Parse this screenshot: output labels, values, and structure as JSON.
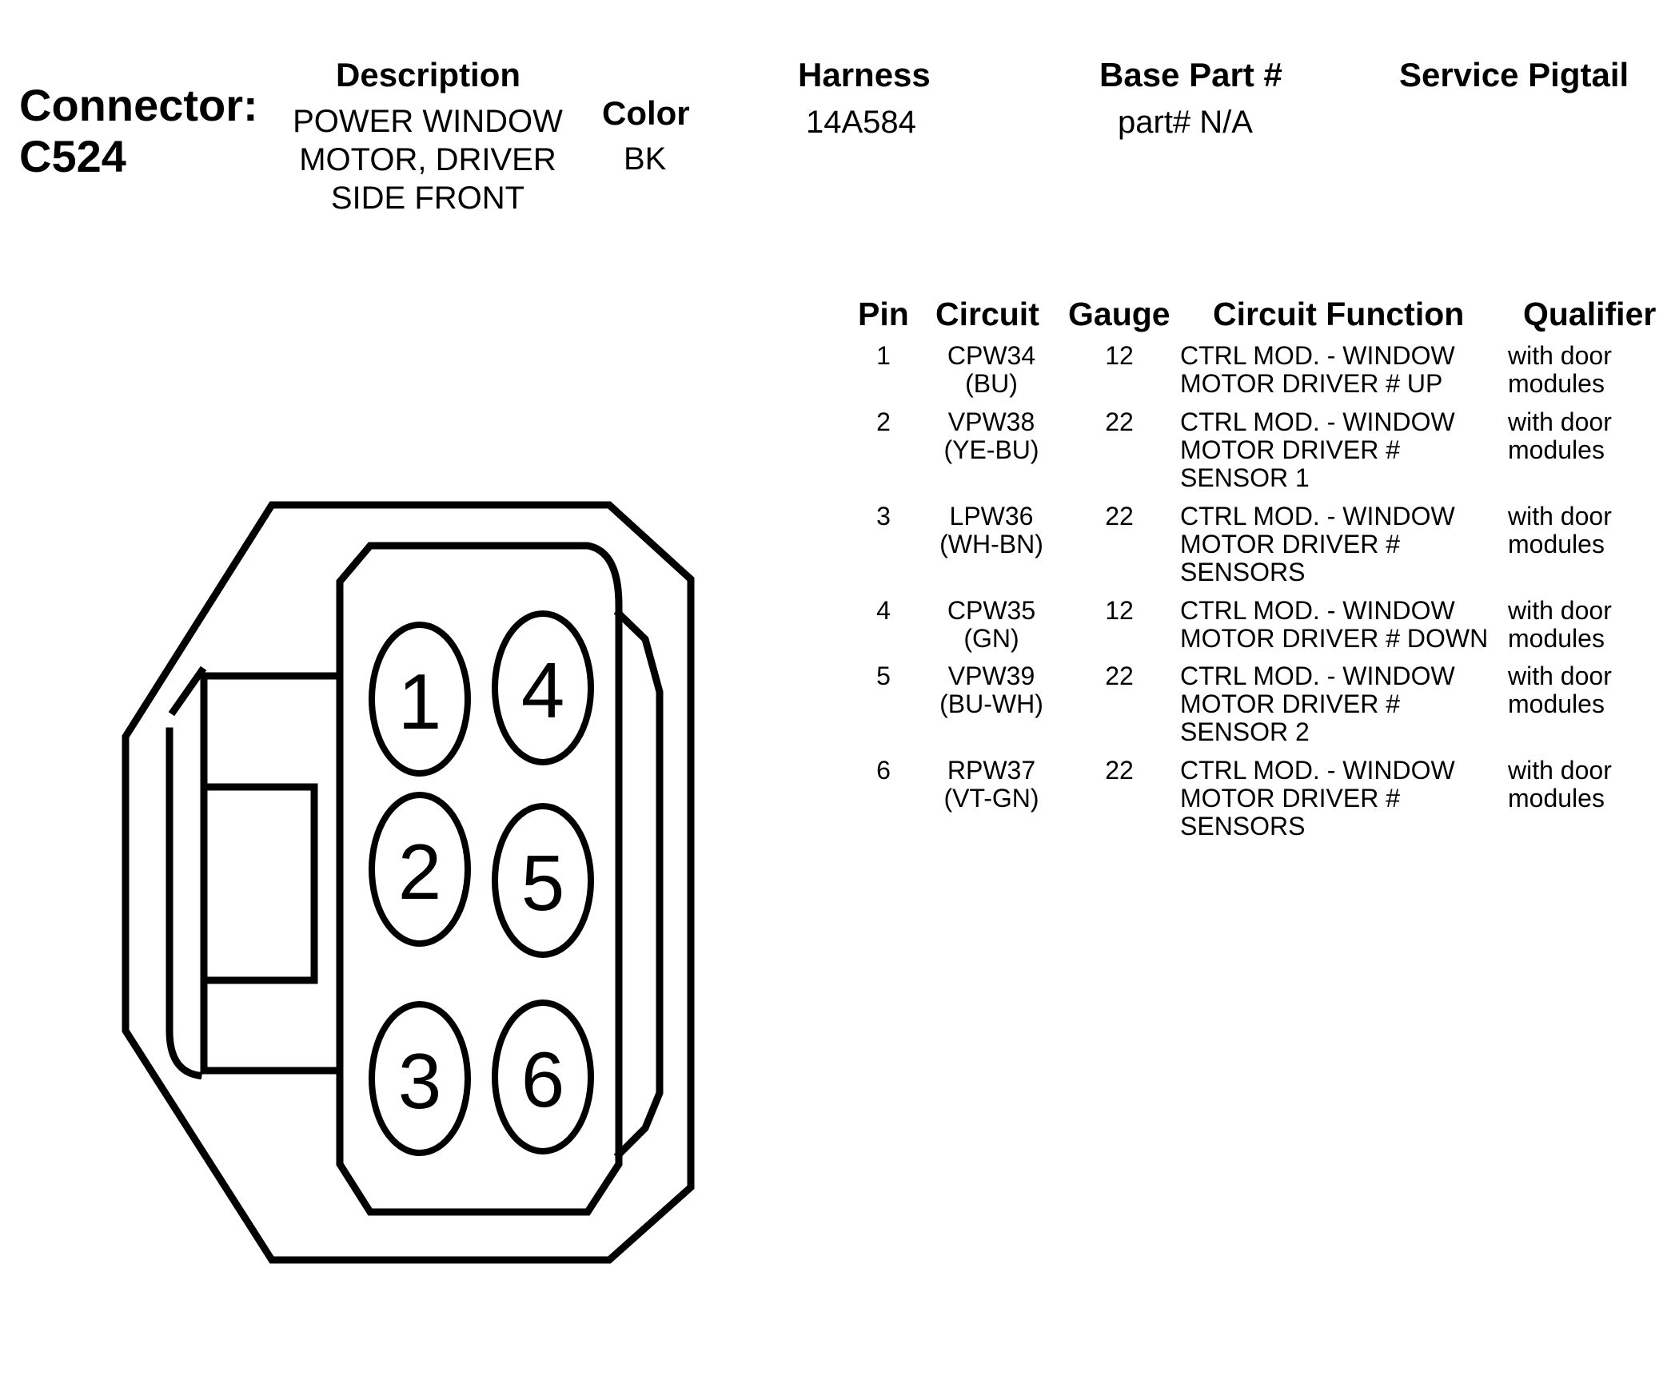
{
  "connector": {
    "label": "Connector:",
    "id": "C524"
  },
  "header": {
    "description_label": "Description",
    "description_lines": [
      "POWER WINDOW",
      "MOTOR, DRIVER",
      "SIDE FRONT"
    ],
    "color_label": "Color",
    "color_value": "BK",
    "harness_label": "Harness",
    "harness_value": "14A584",
    "base_part_label": "Base Part #",
    "base_part_value": "part# N/A",
    "service_pigtail_label": "Service Pigtail"
  },
  "table": {
    "columns": [
      "Pin",
      "Circuit",
      "Gauge",
      "Circuit Function",
      "Qualifier"
    ],
    "rows": [
      {
        "pin": "1",
        "circuit": [
          "CPW34",
          "(BU)"
        ],
        "gauge": "12",
        "function": [
          "CTRL MOD. - WINDOW",
          "MOTOR DRIVER # UP"
        ],
        "qualifier": [
          "with door",
          "modules"
        ]
      },
      {
        "pin": "2",
        "circuit": [
          "VPW38",
          "(YE-BU)"
        ],
        "gauge": "22",
        "function": [
          "CTRL MOD. - WINDOW",
          "MOTOR DRIVER #",
          "SENSOR 1"
        ],
        "qualifier": [
          "with door",
          "modules"
        ]
      },
      {
        "pin": "3",
        "circuit": [
          "LPW36",
          "(WH-BN)"
        ],
        "gauge": "22",
        "function": [
          "CTRL MOD. - WINDOW",
          "MOTOR DRIVER #",
          "SENSORS"
        ],
        "qualifier": [
          "with door",
          "modules"
        ]
      },
      {
        "pin": "4",
        "circuit": [
          "CPW35",
          "(GN)"
        ],
        "gauge": "12",
        "function": [
          "CTRL MOD. - WINDOW",
          "MOTOR DRIVER # DOWN"
        ],
        "qualifier": [
          "with door",
          "modules"
        ]
      },
      {
        "pin": "5",
        "circuit": [
          "VPW39",
          "(BU-WH)"
        ],
        "gauge": "22",
        "function": [
          "CTRL MOD. - WINDOW",
          "MOTOR DRIVER #",
          "SENSOR 2"
        ],
        "qualifier": [
          "with door",
          "modules"
        ]
      },
      {
        "pin": "6",
        "circuit": [
          "RPW37",
          "(VT-GN)"
        ],
        "gauge": "22",
        "function": [
          "CTRL MOD. - WINDOW",
          "MOTOR DRIVER #",
          "SENSORS"
        ],
        "qualifier": [
          "with door",
          "modules"
        ]
      }
    ]
  },
  "diagram": {
    "pin_labels": [
      "1",
      "2",
      "3",
      "4",
      "5",
      "6"
    ]
  }
}
